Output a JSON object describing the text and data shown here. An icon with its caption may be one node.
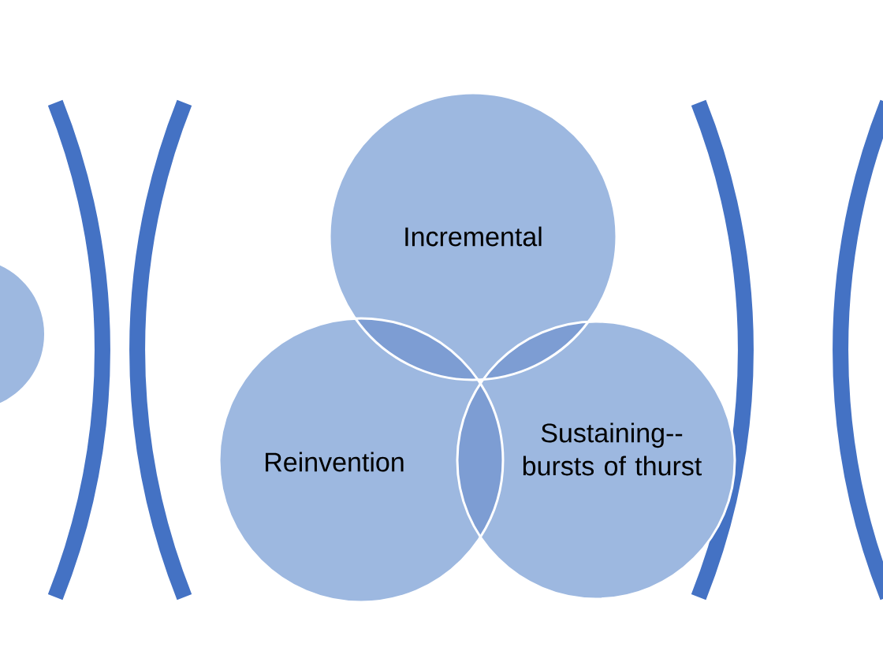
{
  "diagram": {
    "nodes": [
      {
        "text": [
          "Incremental"
        ]
      },
      {
        "text": [
          "Reinvention"
        ]
      },
      {
        "text": [
          "Sustaining-- bursts of thurst"
        ]
      },
      {
        "text": [],
        "shape": "circle"
      }
    ],
    "edges": []
  }
}
